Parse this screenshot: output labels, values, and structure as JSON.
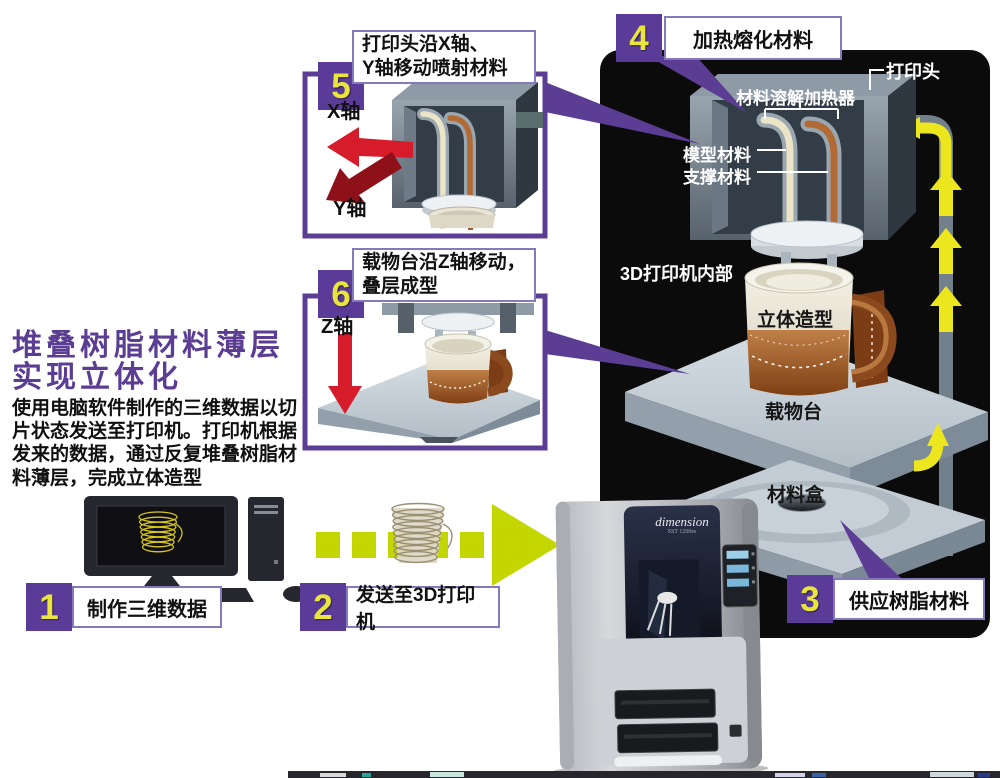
{
  "headline": {
    "line1": "堆叠树脂材料薄层",
    "line2": "实现立体化"
  },
  "intro": {
    "text": "使用电脑软件制作的三维数据以切片状态发送至打印机。打印机根据发来的数据，通过反复堆叠树脂材料薄层，完成立体造型"
  },
  "steps": {
    "s1": {
      "num": "1",
      "label": "制作三维数据"
    },
    "s2": {
      "num": "2",
      "label": "发送至3D打印机"
    },
    "s3": {
      "num": "3",
      "label": "供应树脂材料"
    },
    "s4": {
      "num": "4",
      "label": "加热熔化材料"
    },
    "s5": {
      "num": "5",
      "line1": "打印头沿X轴、",
      "line2": "Y轴移动喷射材料"
    },
    "s6": {
      "num": "6",
      "line1": "载物台沿Z轴移动，",
      "line2": "叠层成型"
    }
  },
  "panel": {
    "print_head": "打印头",
    "heater": "材料溶解加热器",
    "model_material": "模型材料",
    "support_material": "支撑材料",
    "interior": "3D打印机内部",
    "solid_object": "立体造型",
    "stage": "载物台",
    "material_box": "材料盒"
  },
  "axes": {
    "x": "X轴",
    "y": "Y轴",
    "z": "Z轴"
  },
  "printer": {
    "brand": "dimension",
    "model": "SST 1200es"
  },
  "colors": {
    "purple": "#5a3b97",
    "number_yellow": "#e9e53b",
    "arrow_green": "#c3d600",
    "arrow_yellow": "#ece61e",
    "red": "#d61b2b",
    "dark_red": "#8e1018",
    "panel_black": "#0b0b0b",
    "copper": "#8a4a1e",
    "cream": "#ece4c6"
  }
}
